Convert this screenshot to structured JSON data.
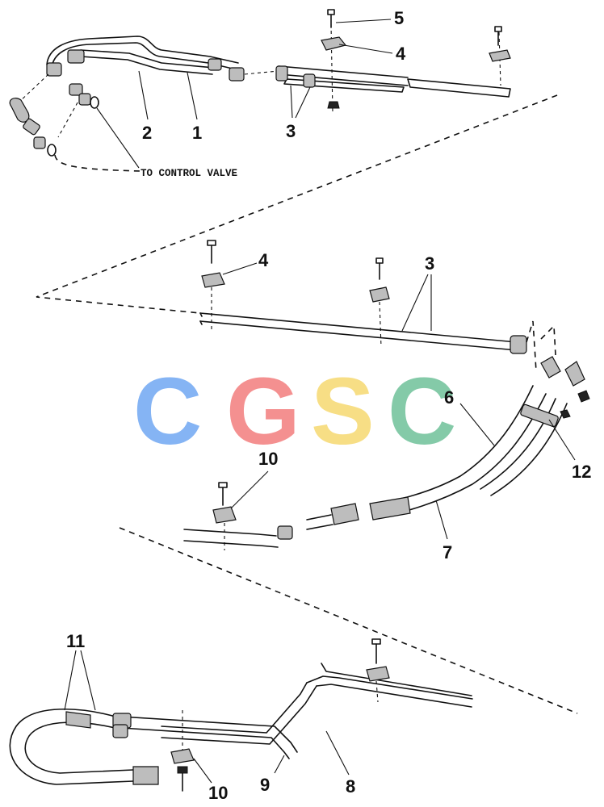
{
  "callouts": {
    "c1": "1",
    "c2": "2",
    "c3a": "3",
    "c3b": "3",
    "c4a": "4",
    "c4b": "4",
    "c5": "5",
    "c6": "6",
    "c7": "7",
    "c8": "8",
    "c9": "9",
    "c10a": "10",
    "c10b": "10",
    "c11": "11",
    "c12": "12"
  },
  "note": "TO CONTROL VALVE",
  "watermark": {
    "letters": [
      "C",
      "G",
      "S",
      "C"
    ],
    "colors": [
      "#7fb0f4",
      "#f48b8b",
      "#f7dd7f",
      "#7ec8a4"
    ]
  }
}
